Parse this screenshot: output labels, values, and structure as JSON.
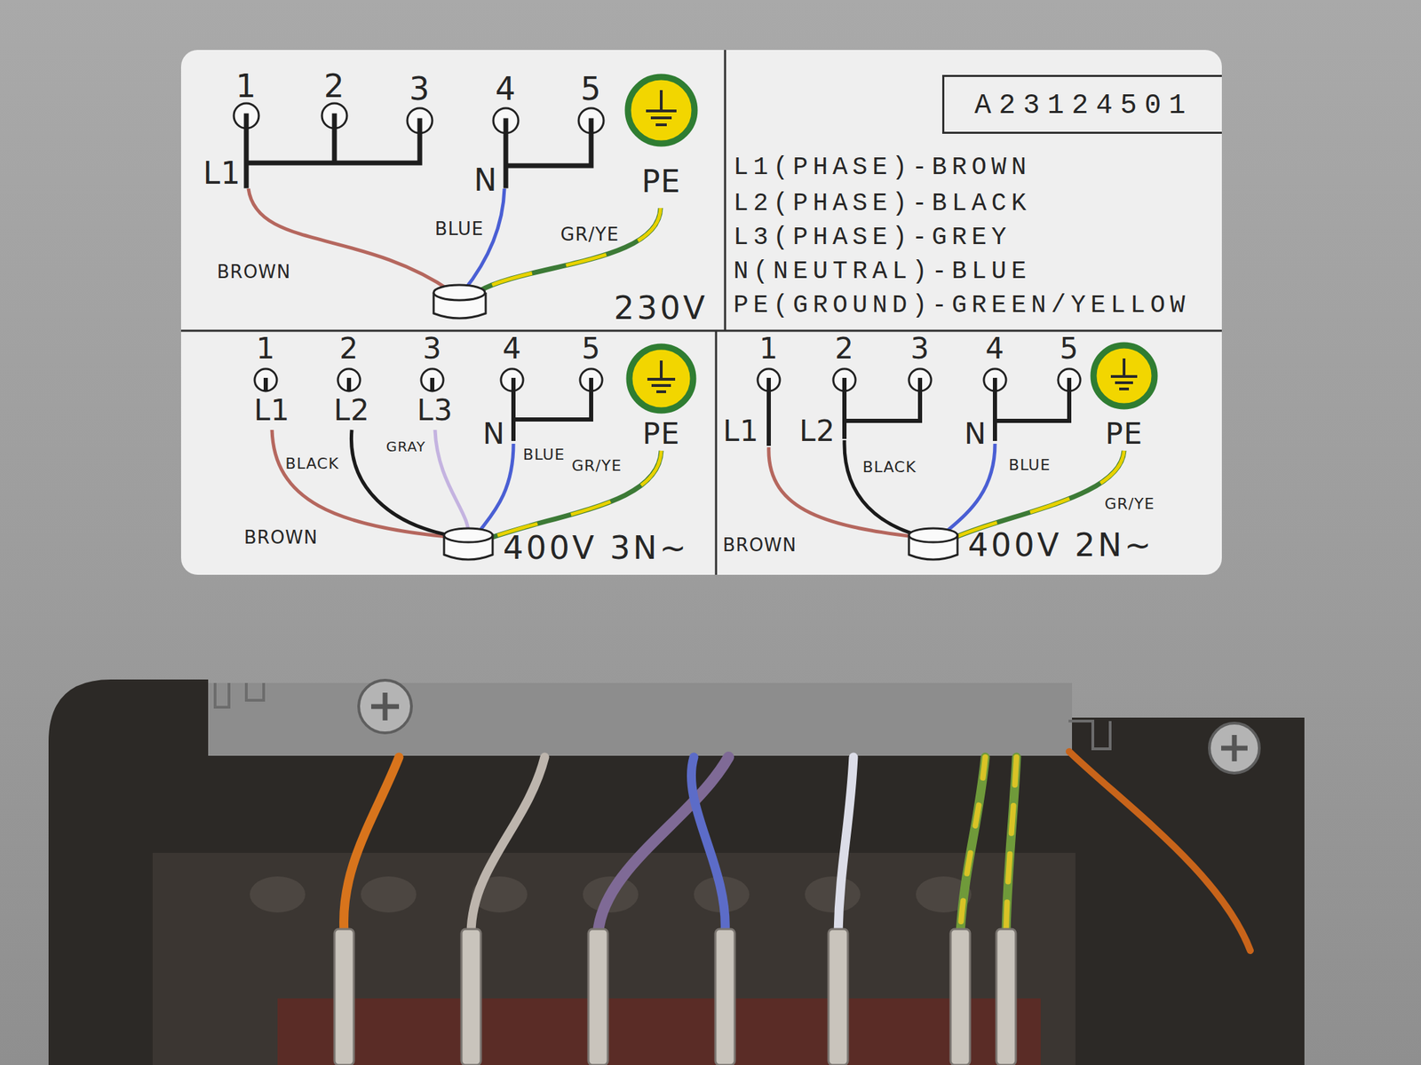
{
  "diagram": {
    "nodes": [
      {
        "text": [
          "230V"
        ]
      },
      {
        "text": [
          "L1(PHASE)-BROWN",
          "L2(PHASE)-BLACK",
          "L3(PHASE)-GREY",
          "N(NEUTRAL)-BLUE",
          "PE(GROUND)-GREEN/YELLOW"
        ]
      },
      {
        "text": [
          "A23124501"
        ],
        "in": 1
      },
      {
        "text": [
          "400V 3N~"
        ]
      },
      {
        "text": [
          "400V 2N~"
        ]
      }
    ],
    "labels": [
      "1",
      "2",
      "3",
      "4",
      "5",
      "L1",
      "N",
      "PE",
      "BLUE",
      "GR/YE",
      "BROWN",
      "1",
      "2",
      "3",
      "4",
      "5",
      "L1",
      "L2",
      "L3",
      "N",
      "PE",
      "BLACK",
      "GRAY",
      "BLUE",
      "GR/YE",
      "BROWN",
      "1",
      "2",
      "3",
      "4",
      "5",
      "L1",
      "L2",
      "N",
      "PE",
      "BLACK",
      "BLUE",
      "GR/YE",
      "BROWN"
    ]
  }
}
